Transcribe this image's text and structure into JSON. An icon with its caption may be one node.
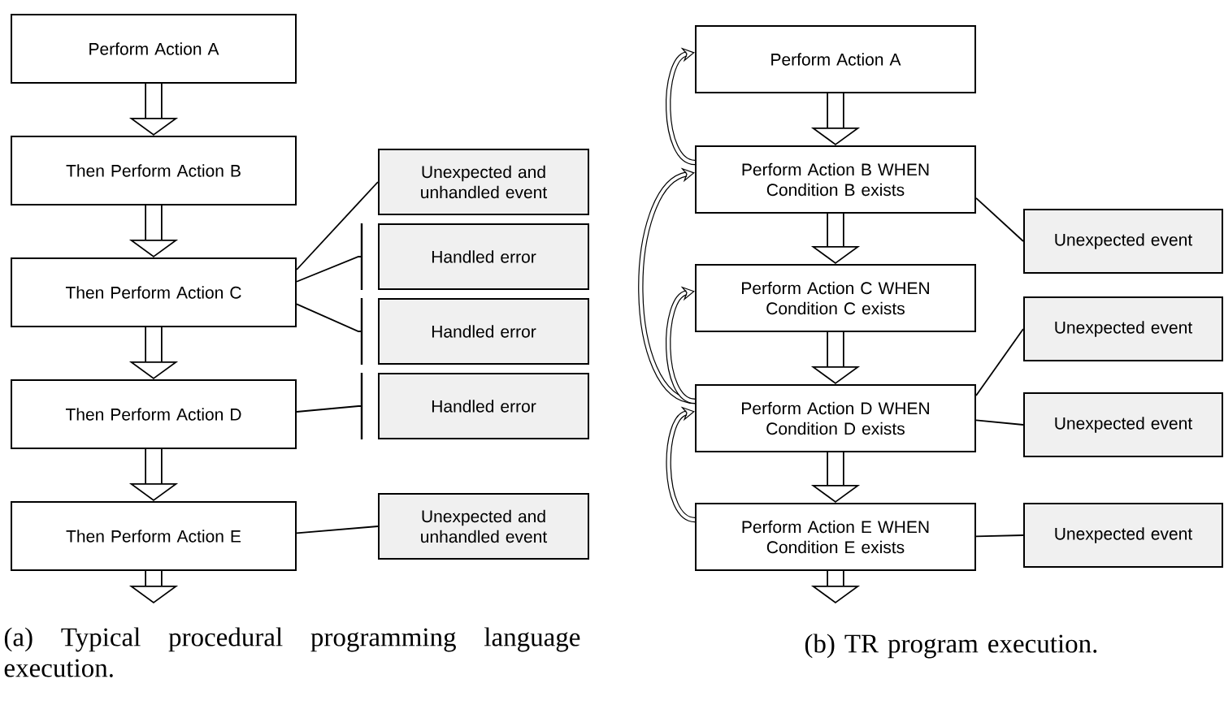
{
  "diagram": {
    "nodes": [
      {
        "text": [
          "Perform Action A"
        ]
      },
      {
        "text": [
          "Then Perform Action B"
        ]
      },
      {
        "text": [
          "Then Perform Action C"
        ]
      },
      {
        "text": [
          "Then Perform Action D"
        ]
      },
      {
        "text": [
          "Then Perform Action E"
        ]
      },
      {
        "text": [
          "Unexpected and unhandled event"
        ]
      },
      {
        "text": [
          "Handled error"
        ]
      },
      {
        "text": [
          "Handled error"
        ]
      },
      {
        "text": [
          "Handled error"
        ]
      },
      {
        "text": [
          "Unexpected and unhandled event"
        ]
      },
      {
        "text": [
          "Perform Action A"
        ]
      },
      {
        "text": [
          "Perform Action B WHEN Condition B exists"
        ]
      },
      {
        "text": [
          "Perform Action C WHEN Condition C exists"
        ]
      },
      {
        "text": [
          "Perform Action D WHEN Condition D exists"
        ]
      },
      {
        "text": [
          "Perform Action E WHEN Condition E exists"
        ]
      },
      {
        "text": [
          "Unexpected event"
        ]
      },
      {
        "text": [
          "Unexpected event"
        ]
      },
      {
        "text": [
          "Unexpected event"
        ]
      },
      {
        "text": [
          "Unexpected event"
        ]
      }
    ],
    "edges": [
      {
        "from": 0,
        "to": 1,
        "arrow": "to",
        "style": "thick"
      },
      {
        "from": 1,
        "to": 2,
        "arrow": "to",
        "style": "thick"
      },
      {
        "from": 2,
        "to": 3,
        "arrow": "to",
        "style": "thick"
      },
      {
        "from": 3,
        "to": 4,
        "arrow": "to",
        "style": "thick"
      },
      {
        "from": 4,
        "to": null,
        "arrow": "to",
        "style": "thick"
      },
      {
        "from": 2,
        "to": 5,
        "arrow": "none"
      },
      {
        "from": 2,
        "to": 6,
        "arrow": "none"
      },
      {
        "from": 2,
        "to": 7,
        "arrow": "none"
      },
      {
        "from": 3,
        "to": 8,
        "arrow": "none"
      },
      {
        "from": 4,
        "to": 9,
        "arrow": "none"
      },
      {
        "from": 10,
        "to": 11,
        "arrow": "to",
        "style": "thick"
      },
      {
        "from": 11,
        "to": 12,
        "arrow": "to",
        "style": "thick"
      },
      {
        "from": 12,
        "to": 13,
        "arrow": "to",
        "style": "thick"
      },
      {
        "from": 13,
        "to": 14,
        "arrow": "to",
        "style": "thick"
      },
      {
        "from": 14,
        "to": null,
        "arrow": "to",
        "style": "thick"
      },
      {
        "from": 11,
        "to": 10,
        "arrow": "to"
      },
      {
        "from": 13,
        "to": 11,
        "arrow": "to"
      },
      {
        "from": 13,
        "to": 12,
        "arrow": "to"
      },
      {
        "from": 14,
        "to": 13,
        "arrow": "to"
      },
      {
        "from": 11,
        "to": 15,
        "arrow": "none"
      },
      {
        "from": 13,
        "to": 16,
        "arrow": "none"
      },
      {
        "from": 13,
        "to": 17,
        "arrow": "none"
      },
      {
        "from": 14,
        "to": 18,
        "arrow": "none"
      }
    ],
    "labels": [
      "(a) Typical procedural programming language execution.",
      "(b) TR program execution."
    ]
  }
}
